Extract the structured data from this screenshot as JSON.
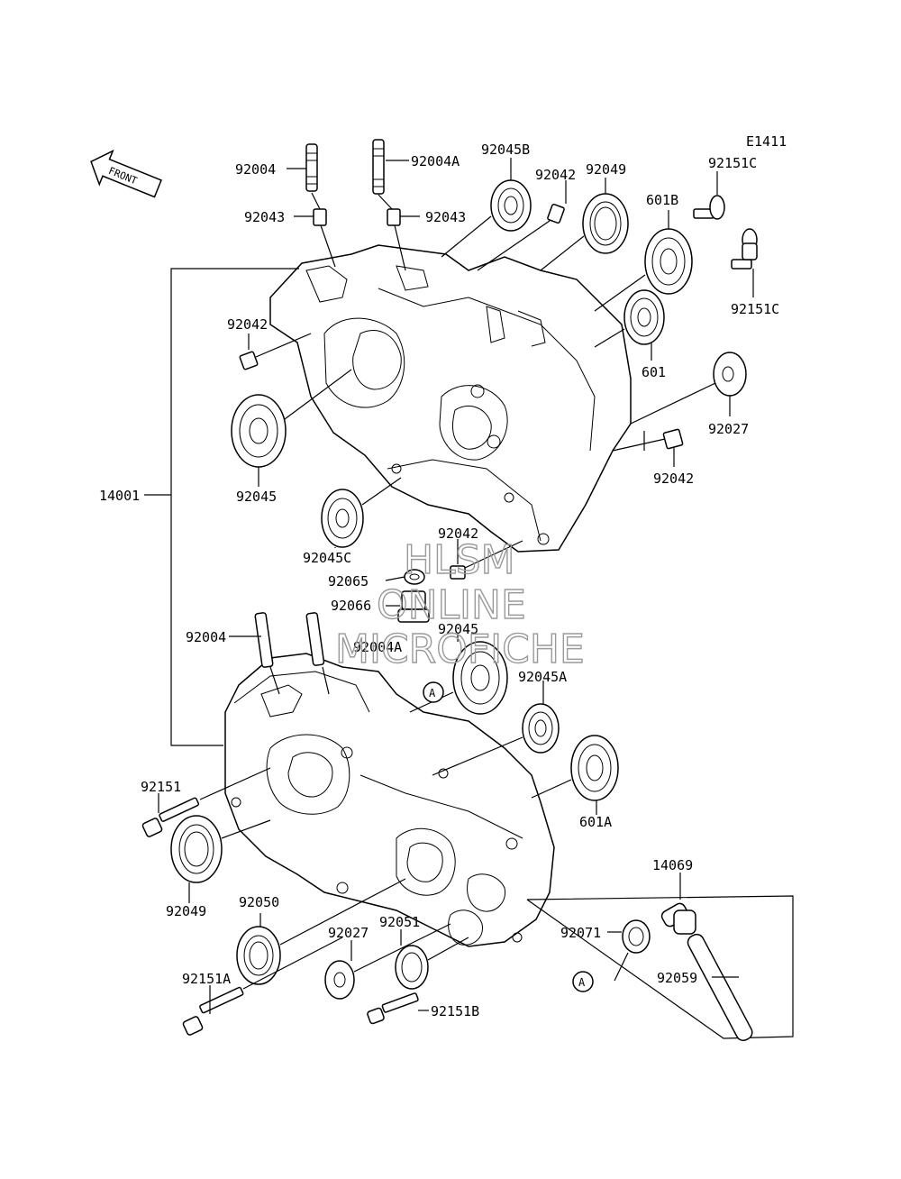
{
  "diagram_code": "E1411",
  "front_label": "FRONT",
  "circle_marker": "A",
  "watermark": {
    "line1": "HLSM",
    "line2": "ONLINE",
    "line3": "MICROFICHE"
  },
  "labels": {
    "p92004_upper": "92004",
    "p92004A_upper": "92004A",
    "p92045B": "92045B",
    "p92042_top": "92042",
    "p92049_top": "92049",
    "p92151C_top": "92151C",
    "p92043_left": "92043",
    "p92043_right": "92043",
    "p601B": "601B",
    "p92151C_right": "92151C",
    "p92042_left": "92042",
    "p601": "601",
    "p92027_right": "92027",
    "p92042_right": "92042",
    "p14001": "14001",
    "p92045": "92045",
    "p92045C": "92045C",
    "p92042_mid": "92042",
    "p92065": "92065",
    "p92066": "92066",
    "p92045_mid": "92045",
    "p92004_lower": "92004",
    "p92004A_lower": "92004A",
    "p92045A": "92045A",
    "p92151": "92151",
    "p601A": "601A",
    "p14069": "14069",
    "p92049_bottom": "92049",
    "p92050": "92050",
    "p92027_bottom": "92027",
    "p92051": "92051",
    "p92071": "92071",
    "p92059": "92059",
    "p92151A": "92151A",
    "p92151B": "92151B"
  }
}
